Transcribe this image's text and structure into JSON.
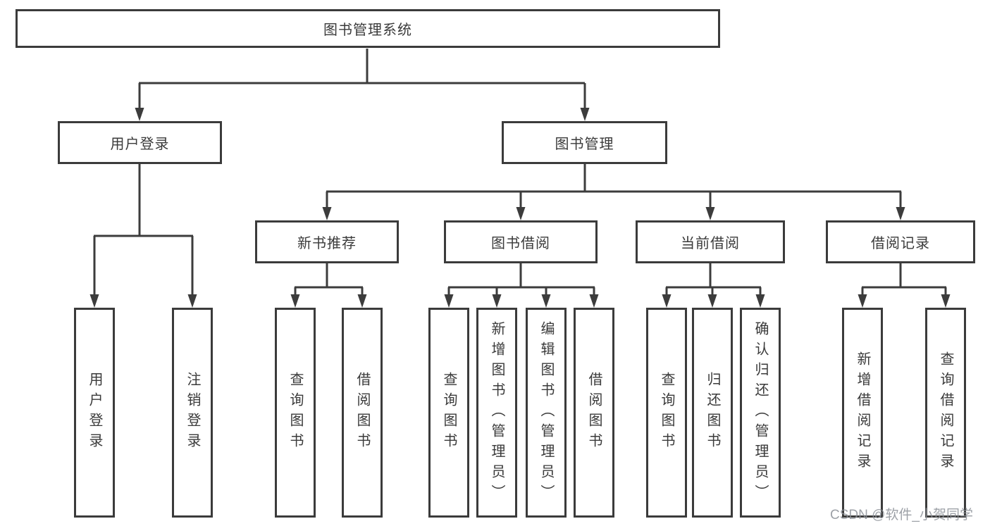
{
  "diagram": {
    "title": "图书管理系统",
    "root": {
      "label": "图书管理系统"
    },
    "branches": [
      {
        "label": "用户登录",
        "children": [
          {
            "label": "用户登录"
          },
          {
            "label": "注销登录"
          }
        ]
      },
      {
        "label": "图书管理",
        "children": [
          {
            "label": "新书推荐",
            "children": [
              {
                "label": "查询图书"
              },
              {
                "label": "借阅图书"
              }
            ]
          },
          {
            "label": "图书借阅",
            "children": [
              {
                "label": "查询图书"
              },
              {
                "label": "新增图书（管理员）"
              },
              {
                "label": "编辑图书（管理员）"
              },
              {
                "label": "借阅图书"
              }
            ]
          },
          {
            "label": "当前借阅",
            "children": [
              {
                "label": "查询图书"
              },
              {
                "label": "归还图书"
              },
              {
                "label": "确认归还（管理员）"
              }
            ]
          },
          {
            "label": "借阅记录",
            "children": [
              {
                "label": "新增借阅记录"
              },
              {
                "label": "查询借阅记录"
              }
            ]
          }
        ]
      }
    ],
    "watermark": "CSDN @软件_小贺同学",
    "colors": {
      "line": "#3c3c3c",
      "box_border": "#3b3b3b",
      "text": "#3a3a3a",
      "watermark": "#8c9198",
      "background": "#ffffff"
    }
  }
}
